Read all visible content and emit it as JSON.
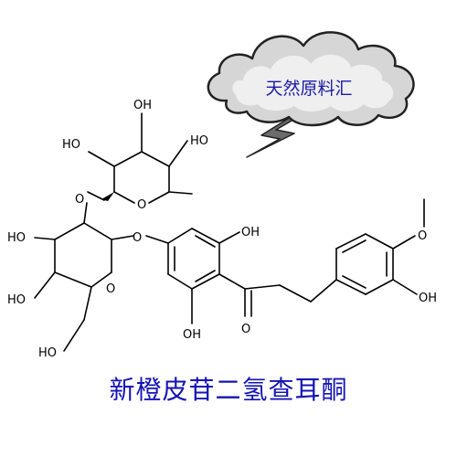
{
  "watermark": {
    "text": "天然原料汇",
    "color": "#1a1aa8"
  },
  "title": {
    "text": "新橙皮苷二氢查耳酮",
    "color": "#1414b4"
  },
  "atoms": {
    "rham_oh_top": "OH",
    "rham_ho_left": "HO",
    "rham_oh_right": "HO",
    "rham_ring_o": "O",
    "glycosidic_o": "O",
    "glc_ho_left": "HO",
    "glc_ring_o": "O",
    "glc_ho_lower": "HO",
    "ch2oh_ho": "HO",
    "aryl_ether_o": "O",
    "aryl_oh_top": "OH",
    "aryl_oh_bottom": "OH",
    "carbonyl_o": "O",
    "methoxy_o": "O",
    "phenol_oh": "OH"
  }
}
